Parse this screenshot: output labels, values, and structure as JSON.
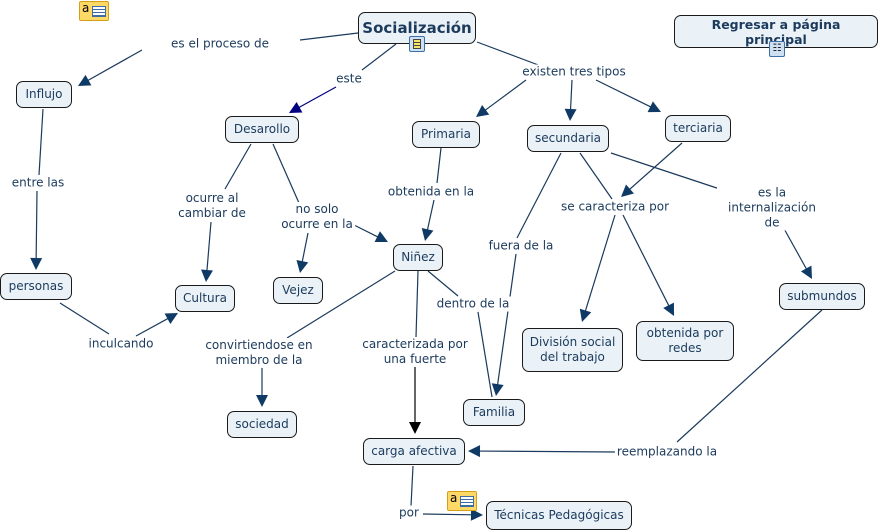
{
  "colors": {
    "node_fill": "#eaf2f7",
    "node_border": "#1a1a1a",
    "text": "#1b3a5c",
    "edge": "#1b3a5c",
    "arrow": "#0f3a66",
    "arrow_alt": "#000080",
    "arrow_black": "#000000"
  },
  "concept_map": {
    "nodes": [
      {
        "id": "socializacion",
        "label": "Socialización"
      },
      {
        "id": "regresar",
        "label": "Regresar a página principal"
      },
      {
        "id": "influjo",
        "label": "Influjo"
      },
      {
        "id": "desarollo",
        "label": "Desarollo"
      },
      {
        "id": "primaria",
        "label": "Primaria"
      },
      {
        "id": "secundaria",
        "label": "secundaria"
      },
      {
        "id": "terciaria",
        "label": "terciaria"
      },
      {
        "id": "personas",
        "label": "personas"
      },
      {
        "id": "cultura",
        "label": "Cultura"
      },
      {
        "id": "vejez",
        "label": "Vejez"
      },
      {
        "id": "ninez",
        "label": "Niñez"
      },
      {
        "id": "submundos",
        "label": "submundos"
      },
      {
        "id": "division",
        "label": "División social\ndel trabajo"
      },
      {
        "id": "redes",
        "label": "obtenida por\nredes"
      },
      {
        "id": "sociedad",
        "label": "sociedad"
      },
      {
        "id": "familia",
        "label": "Familia"
      },
      {
        "id": "carga",
        "label": "carga afectiva"
      },
      {
        "id": "tecnicas",
        "label": "Técnicas Pedagógicas"
      }
    ],
    "linking_phrases": [
      {
        "id": "l_proceso",
        "label": "es el proceso de"
      },
      {
        "id": "l_este",
        "label": "este"
      },
      {
        "id": "l_tres",
        "label": "existen tres tipos"
      },
      {
        "id": "l_entre",
        "label": "entre las"
      },
      {
        "id": "l_ocurre",
        "label": "ocurre al\ncambiar de"
      },
      {
        "id": "l_nosolo",
        "label": "no solo\nocurre en la"
      },
      {
        "id": "l_obtenida",
        "label": "obtenida en la"
      },
      {
        "id": "l_fuera",
        "label": "fuera de la"
      },
      {
        "id": "l_secaract",
        "label": "se caracteriza por"
      },
      {
        "id": "l_internal",
        "label": "es la internalización de"
      },
      {
        "id": "l_inculcando",
        "label": "inculcando"
      },
      {
        "id": "l_convirt",
        "label": "convirtiendose en\nmiembro de la"
      },
      {
        "id": "l_caract",
        "label": "caracterizada por\nuna fuerte"
      },
      {
        "id": "l_dentro",
        "label": "dentro de la"
      },
      {
        "id": "l_reempl",
        "label": "reemplazando la"
      },
      {
        "id": "l_por",
        "label": "por"
      }
    ],
    "connections": [
      [
        "socializacion",
        "l_proceso"
      ],
      [
        "l_proceso",
        "influjo"
      ],
      [
        "socializacion",
        "l_este"
      ],
      [
        "l_este",
        "desarollo"
      ],
      [
        "socializacion",
        "l_tres"
      ],
      [
        "l_tres",
        "primaria"
      ],
      [
        "l_tres",
        "secundaria"
      ],
      [
        "l_tres",
        "terciaria"
      ],
      [
        "influjo",
        "l_entre"
      ],
      [
        "l_entre",
        "personas"
      ],
      [
        "desarollo",
        "l_ocurre"
      ],
      [
        "l_ocurre",
        "cultura"
      ],
      [
        "desarollo",
        "l_nosolo"
      ],
      [
        "l_nosolo",
        "vejez"
      ],
      [
        "l_nosolo",
        "ninez"
      ],
      [
        "primaria",
        "l_obtenida"
      ],
      [
        "l_obtenida",
        "ninez"
      ],
      [
        "secundaria",
        "l_fuera"
      ],
      [
        "l_fuera",
        "familia"
      ],
      [
        "secundaria",
        "l_secaract"
      ],
      [
        "terciaria",
        "l_secaract"
      ],
      [
        "l_secaract",
        "division"
      ],
      [
        "l_secaract",
        "redes"
      ],
      [
        "secundaria",
        "l_internal"
      ],
      [
        "l_internal",
        "submundos"
      ],
      [
        "personas",
        "l_inculcando"
      ],
      [
        "l_inculcando",
        "cultura"
      ],
      [
        "ninez",
        "l_convirt"
      ],
      [
        "l_convirt",
        "sociedad"
      ],
      [
        "ninez",
        "l_caract"
      ],
      [
        "l_caract",
        "carga"
      ],
      [
        "ninez",
        "l_dentro"
      ],
      [
        "l_dentro",
        "familia"
      ],
      [
        "submundos",
        "l_reempl"
      ],
      [
        "l_reempl",
        "carga"
      ],
      [
        "carga",
        "l_por"
      ],
      [
        "l_por",
        "tecnicas"
      ]
    ]
  },
  "icons": {
    "top_left_note": "note-icon",
    "socializacion_resource": "document-icon",
    "regresar_resource": "concept-map-icon",
    "tecnicas_note": "note-icon"
  }
}
